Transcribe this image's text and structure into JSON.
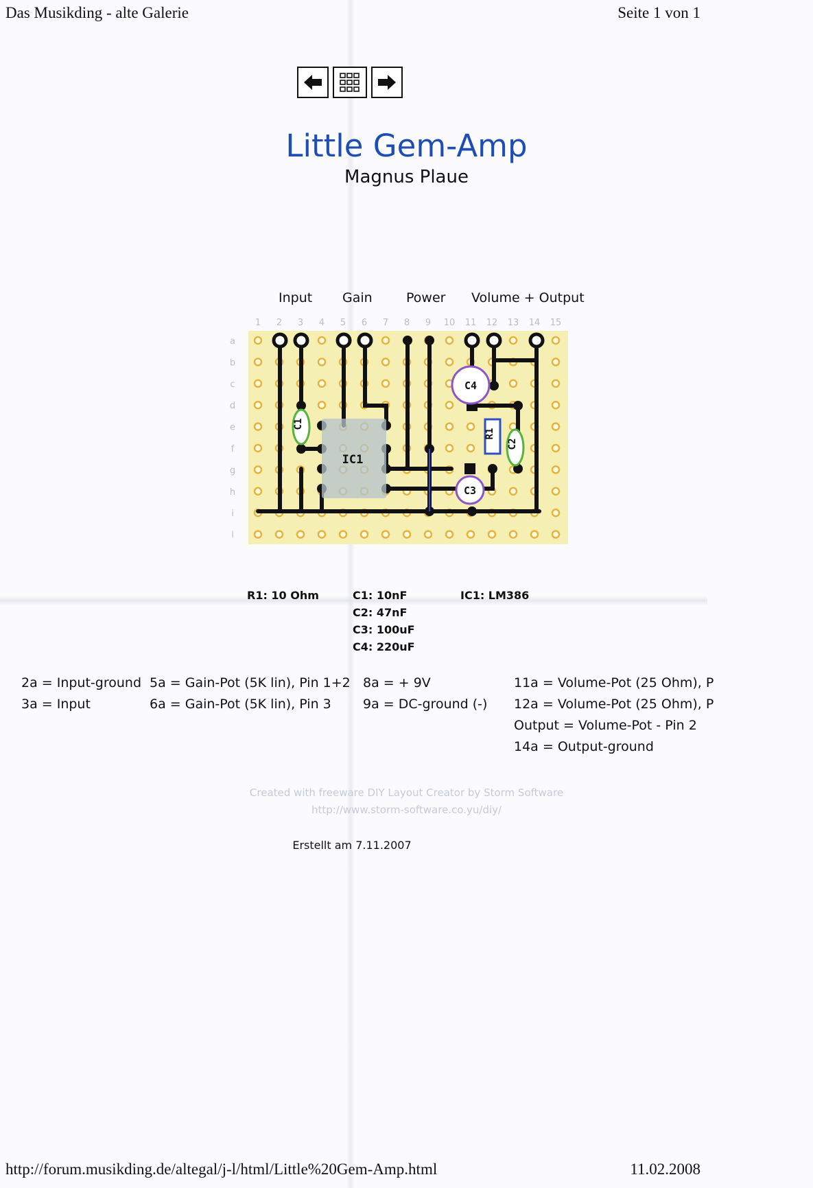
{
  "header": {
    "left": "Das Musikding - alte Galerie",
    "right": "Seite 1 von 1"
  },
  "footer": {
    "url": "http://forum.musikding.de/altegal/j-l/html/Little%20Gem-Amp.html",
    "date": "11.02.2008"
  },
  "nav": {
    "prev_icon": "arrow-left-icon",
    "gallery_icon": "grid-icon",
    "next_icon": "arrow-right-icon"
  },
  "title": "Little Gem-Amp",
  "author": "Magnus Plaue",
  "columns": [
    "Input",
    "Gain",
    "Power",
    "Volume + Output"
  ],
  "board": {
    "col_numbers": [
      "1",
      "2",
      "3",
      "4",
      "5",
      "6",
      "7",
      "8",
      "9",
      "10",
      "11",
      "12",
      "13",
      "14",
      "15"
    ],
    "row_letters": [
      "a",
      "b",
      "c",
      "d",
      "e",
      "f",
      "g",
      "h",
      "i",
      "l"
    ],
    "components": {
      "c1": "C1",
      "c2": "C2",
      "c3": "C3",
      "c4": "C4",
      "r1": "R1",
      "ic1": "IC1"
    },
    "colors": {
      "board": "#f5efb4",
      "hole": "#e6b43c",
      "trace": "#111111",
      "ic": "#b4c3cc",
      "cap_film": "#55b43c",
      "cap_elko": "#8c55c8",
      "resistor": "#2d50c8",
      "wire": "#2d50c8"
    }
  },
  "parts": {
    "resistors": [
      "R1: 10 Ohm"
    ],
    "capacitors": [
      "C1: 10nF",
      "C2: 47nF",
      "C3: 100uF",
      "C4: 220uF"
    ],
    "ics": [
      "IC1: LM386"
    ]
  },
  "pins": {
    "col1": [
      "2a = Input-ground",
      "3a = Input"
    ],
    "col2": [
      "5a = Gain-Pot (5K lin), Pin 1+2",
      "6a = Gain-Pot (5K lin), Pin 3"
    ],
    "col3": [
      "8a = + 9V",
      "9a = DC-ground (-)"
    ],
    "col4": [
      "11a = Volume-Pot (25 Ohm), P",
      "12a = Volume-Pot (25 Ohm), P",
      "Output = Volume-Pot - Pin 2",
      "14a = Output-ground"
    ]
  },
  "credit": {
    "line1": "Created with freeware DIY Layout Creator by Storm Software",
    "line2": "http://www.storm-software.co.yu/diy/"
  },
  "created": "Erstellt am 7.11.2007"
}
